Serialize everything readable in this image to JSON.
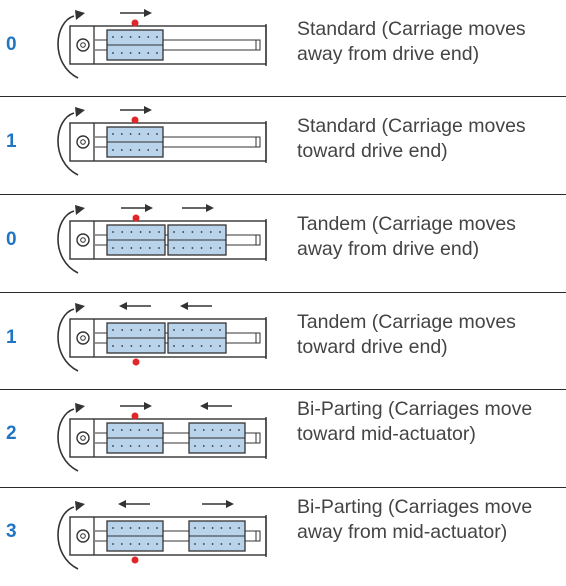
{
  "colors": {
    "code_text": "#1f75c4",
    "description_text": "#444444",
    "carriage_fill": "#b9d3ea",
    "marker": "#e0262a",
    "outline": "#333333"
  },
  "rows": [
    {
      "code": "0",
      "description": "Standard (Carriage moves away from drive end)",
      "carriages": 1,
      "marker": "top",
      "arrows": [
        {
          "direction": "right",
          "over": "carriage-1"
        }
      ]
    },
    {
      "code": "1",
      "description": "Standard (Carriage moves toward drive end)",
      "carriages": 1,
      "marker": "top",
      "arrows": [
        {
          "direction": "right",
          "over": "carriage-1"
        }
      ]
    },
    {
      "code": "0",
      "description": "Tandem (Carriage moves away from drive end)",
      "carriages": 2,
      "marker": "top",
      "arrows": [
        {
          "direction": "right",
          "over": "carriage-1"
        },
        {
          "direction": "right",
          "over": "carriage-2"
        }
      ]
    },
    {
      "code": "1",
      "description": "Tandem (Carriage moves toward drive end)",
      "carriages": 2,
      "marker": "bottom",
      "arrows": [
        {
          "direction": "left",
          "over": "carriage-1"
        },
        {
          "direction": "left",
          "over": "carriage-2"
        }
      ]
    },
    {
      "code": "2",
      "description": "Bi-Parting (Carriages move toward mid-actuator)",
      "carriages": 2,
      "marker": "top",
      "arrows": [
        {
          "direction": "right",
          "over": "carriage-1"
        },
        {
          "direction": "left",
          "over": "carriage-2"
        }
      ]
    },
    {
      "code": "3",
      "description": "Bi-Parting (Carriages move away from mid-actuator)",
      "carriages": 2,
      "marker": "bottom",
      "arrows": [
        {
          "direction": "left",
          "over": "carriage-1"
        },
        {
          "direction": "right",
          "over": "carriage-2"
        }
      ]
    }
  ]
}
